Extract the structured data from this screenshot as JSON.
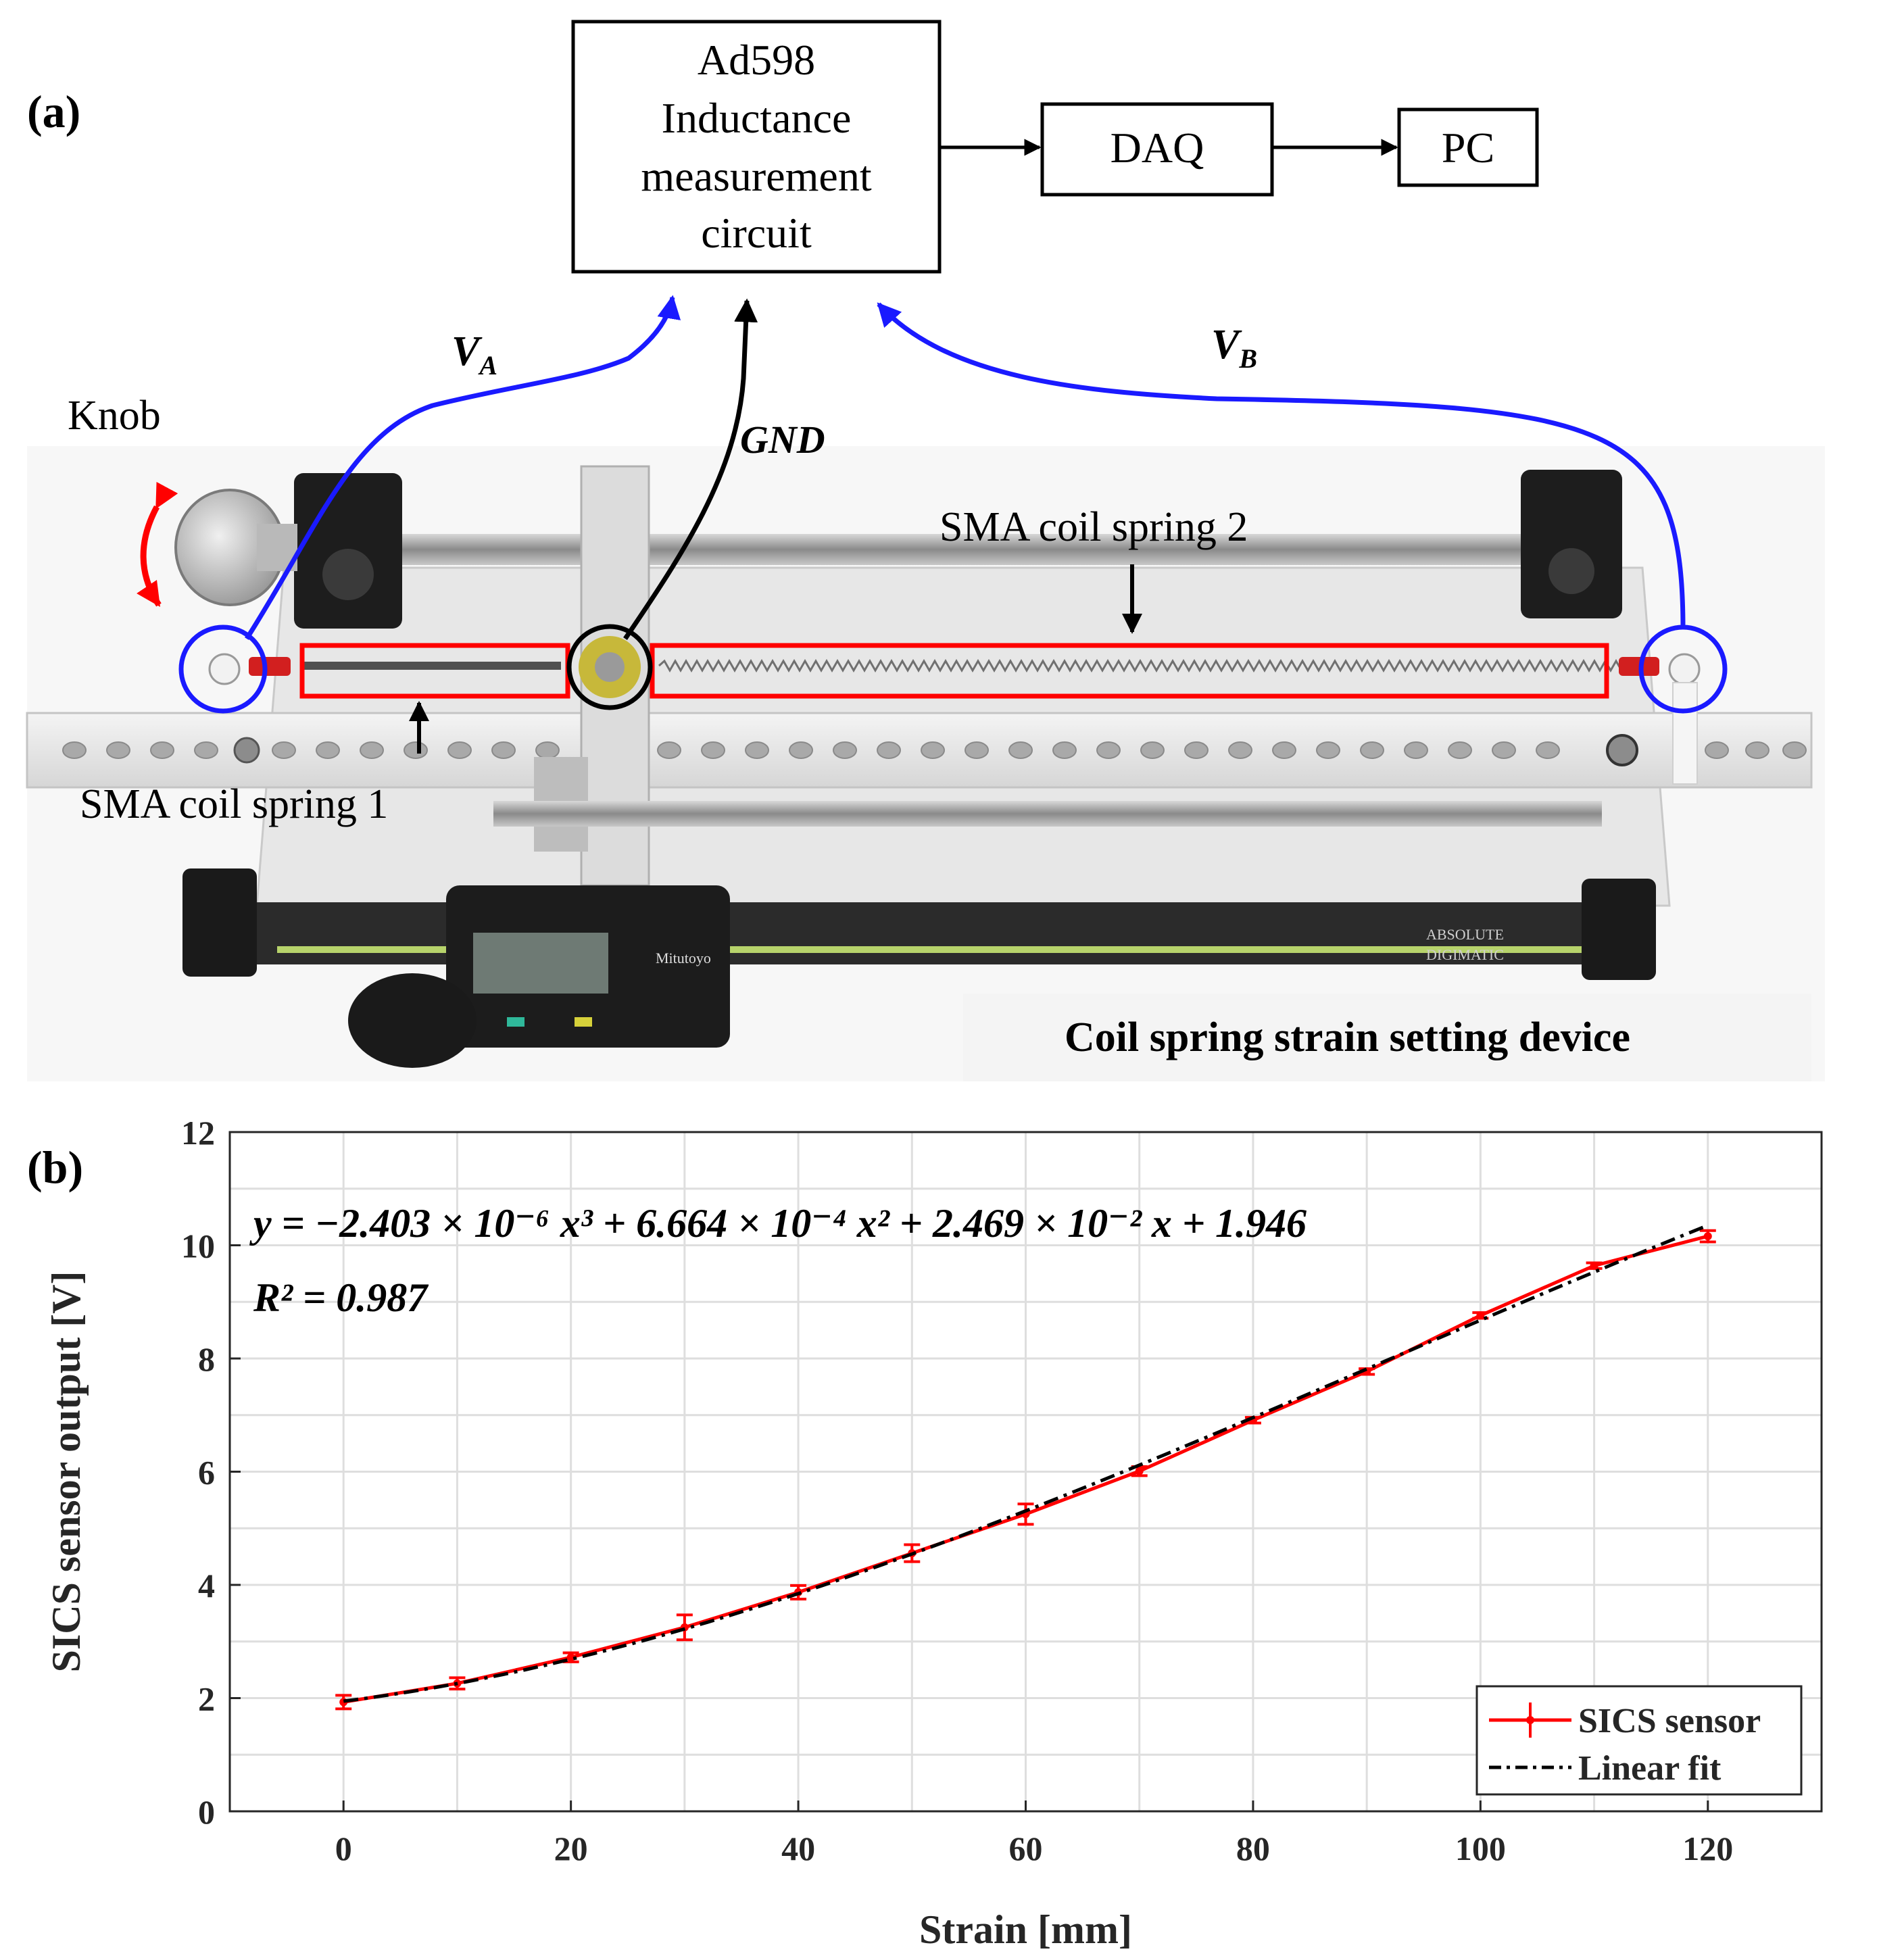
{
  "panel_a": {
    "label": "(a)",
    "blocks": {
      "circuit": [
        "Ad598",
        "Inductance",
        "measurement",
        "circuit"
      ],
      "daq": "DAQ",
      "pc": "PC"
    },
    "signals": {
      "va": "V",
      "va_sub": "A",
      "vb": "V",
      "vb_sub": "B",
      "gnd": "GND"
    },
    "labels": {
      "knob": "Knob",
      "spring1": "SMA coil spring 1",
      "spring2": "SMA coil spring 2",
      "device": "Coil spring strain setting device",
      "caliper_brand": "Mitutoyo",
      "caliper_model1": "ABSOLUTE",
      "caliper_model2": "DIGIMATIC"
    },
    "colors": {
      "signal": "#1a1aff",
      "highlight": "#ff0000",
      "knob_arrow": "#ff0000"
    }
  },
  "panel_b": {
    "label": "(b)",
    "equation": "y =  −2.403 × 10⁻⁶ x³ + 6.664 × 10⁻⁴ x² + 2.469 × 10⁻² x + 1.946",
    "r2": "R² = 0.987"
  },
  "chart_data": {
    "type": "line",
    "xlabel": "Strain [mm]",
    "ylabel": "SICS sensor output [V]",
    "xlim": [
      -10,
      130
    ],
    "ylim": [
      0,
      12
    ],
    "xticks": [
      0,
      20,
      40,
      60,
      80,
      100,
      120
    ],
    "yticks": [
      0,
      2,
      4,
      6,
      8,
      10,
      12
    ],
    "grid": true,
    "legend_position": "bottom-right",
    "series": [
      {
        "name": "SICS sensor",
        "color": "#ff0000",
        "style": "solid with error bars",
        "x": [
          0,
          10,
          20,
          30,
          40,
          50,
          60,
          70,
          80,
          90,
          100,
          110,
          120
        ],
        "y": [
          1.93,
          2.26,
          2.72,
          3.25,
          3.87,
          4.56,
          5.25,
          6.01,
          6.91,
          7.77,
          8.76,
          9.64,
          10.16
        ],
        "err": [
          0.12,
          0.1,
          0.08,
          0.22,
          0.12,
          0.15,
          0.18,
          0.08,
          0.05,
          0.05,
          0.05,
          0.05,
          0.1
        ]
      },
      {
        "name": "Linear fit",
        "color": "#000000",
        "style": "dash-dot",
        "coefficients": [
          -2.403e-06,
          0.0006664,
          0.02469,
          1.946
        ]
      }
    ]
  }
}
